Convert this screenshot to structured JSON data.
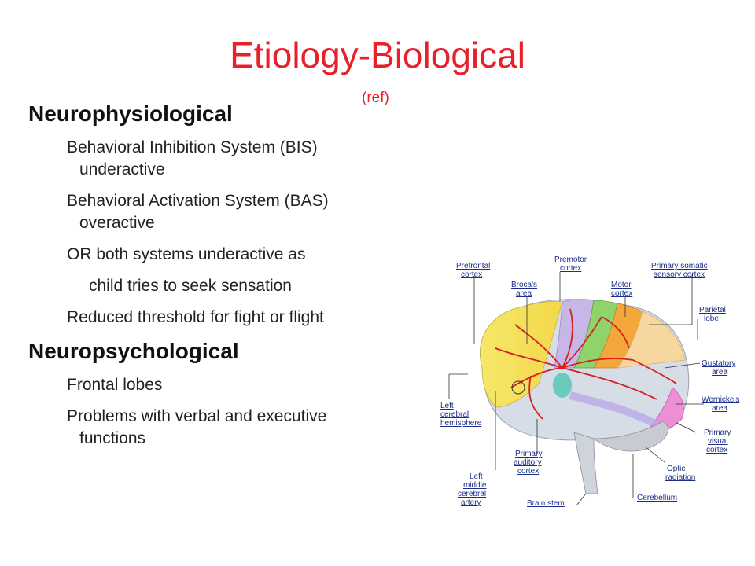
{
  "slide": {
    "title": "Etiology-Biological",
    "subtitle": "(ref)"
  },
  "sections": [
    {
      "heading": "Neurophysiological",
      "items": [
        [
          "Behavioral Inhibition System (BIS)",
          "underactive"
        ],
        [
          "Behavioral Activation System (BAS)",
          "overactive"
        ],
        [
          "OR both systems underactive as",
          "child tries to seek sensation"
        ],
        [
          "Reduced threshold for fight or flight"
        ]
      ]
    },
    {
      "heading": "Neuropsychological",
      "items": [
        [
          "Frontal lobes"
        ],
        [
          "Problems with verbal and executive",
          "functions"
        ]
      ]
    }
  ],
  "diagram_labels": {
    "prefrontal": [
      "Prefrontal",
      "cortex"
    ],
    "premotor": [
      "Premotor",
      "cortex"
    ],
    "broca": [
      "Broca's",
      "area"
    ],
    "motor": [
      "Motor",
      "cortex"
    ],
    "somatic": [
      "Primary somatic",
      "sensory cortex"
    ],
    "parietal": [
      "Parietal",
      "lobe"
    ],
    "gustatory": [
      "Gustatory",
      "area"
    ],
    "wernicke": [
      "Wernicke's",
      "area"
    ],
    "left_hemi": [
      "Left",
      "cerebral",
      "hemisphere"
    ],
    "visual": [
      "Primary",
      "visual",
      "cortex"
    ],
    "auditory": [
      "Primary",
      "auditory",
      "cortex"
    ],
    "optic": [
      "Optic",
      "radiation"
    ],
    "artery": [
      "Left",
      "middle",
      "cerebral",
      "artery"
    ],
    "brainstem": [
      "Brain stem"
    ],
    "cerebellum": [
      "Cerebellum"
    ]
  }
}
